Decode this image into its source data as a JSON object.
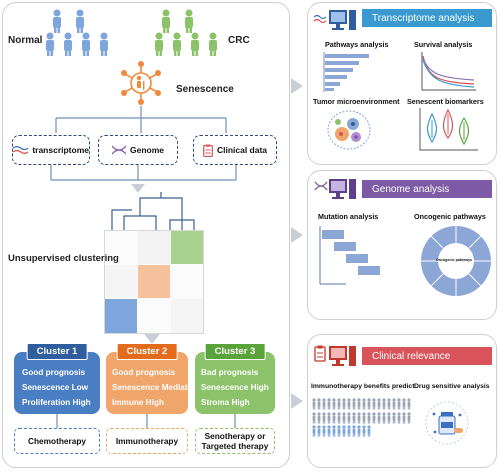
{
  "left": {
    "normal_label": "Normal",
    "crc_label": "CRC",
    "senescence_label": "Senescence",
    "data_types": [
      "transcriptome",
      "Genome",
      "Clinical data"
    ],
    "clustering_label": "Unsupervised clustering",
    "clusters": [
      {
        "title": "Cluster 1",
        "lines": [
          "Good prognosis",
          "Senescence Low",
          "Proliferation High"
        ],
        "color": "#4a7ec2",
        "tab_color": "#2f5d9e"
      },
      {
        "title": "Cluster 2",
        "lines": [
          "Good prognosis",
          "Senescence Mediate",
          "Immune High"
        ],
        "color": "#f0a56a",
        "tab_color": "#e36c1c"
      },
      {
        "title": "Cluster 3",
        "lines": [
          "Bad prognosis",
          "Senescence High",
          "Stroma High"
        ],
        "color": "#8cc36a",
        "tab_color": "#5aa33a"
      }
    ],
    "therapies": [
      {
        "label": "Chemotherapy",
        "color": "#4a7ec2"
      },
      {
        "label": "Immunotherapy",
        "color": "#f0a56a"
      },
      {
        "label": "Senotherapy or Targeted therapy",
        "color": "#8cc36a"
      }
    ]
  },
  "right": {
    "transcriptome": {
      "title": "Transcriptome analysis",
      "color": "#3a9ad0",
      "items": [
        "Pathways analysis",
        "Survival analysis",
        "Tumor microenvironment",
        "Senescent biomarkers"
      ]
    },
    "genome": {
      "title": "Genome analysis",
      "color": "#7e5aa6",
      "items": [
        "Mutation analysis",
        "Oncogenic pathways"
      ],
      "wheel_center": "Oncogenic pathways"
    },
    "clinical": {
      "title": "Clinical relevance",
      "color": "#d9545a",
      "items": [
        "Immunotherapy benefits predict",
        "Drug sensitive analysis"
      ]
    }
  },
  "colors": {
    "blue": "#4a7ec2",
    "green": "#8cc36a",
    "orange": "#f0a56a",
    "navy": "#2d4a78",
    "grey_arrow": "#c9ced6"
  }
}
